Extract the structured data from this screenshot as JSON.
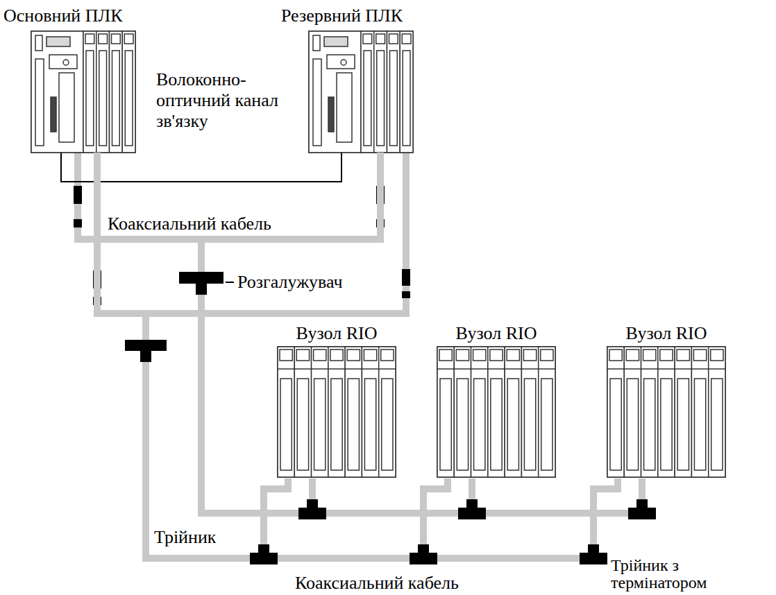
{
  "diagram": {
    "nodes": [
      {
        "text": [
          "Основний ПЛК"
        ]
      },
      {
        "text": [
          "Резервний ПЛК"
        ]
      },
      {
        "text": [
          "Вузол RIO"
        ]
      },
      {
        "text": [
          "Вузол RIO"
        ]
      },
      {
        "text": [
          "Вузол RIO"
        ]
      }
    ],
    "edges": [
      {
        "from": 0,
        "to": 1,
        "arrow": "none",
        "label": "Волоконно- оптичний канал зв'язку"
      },
      {
        "from": 0,
        "to": 2,
        "arrow": "none"
      },
      {
        "from": 0,
        "to": 3,
        "arrow": "none"
      },
      {
        "from": 0,
        "to": 4,
        "arrow": "none"
      },
      {
        "from": 1,
        "to": 2,
        "arrow": "none"
      },
      {
        "from": 1,
        "to": 3,
        "arrow": "none"
      },
      {
        "from": 1,
        "to": 4,
        "arrow": "none"
      }
    ],
    "labels": [
      "Коаксиальний кабель",
      "Розгалужувач",
      "Трійник",
      "Трійник з термінатором",
      "Коаксиальний кабель"
    ]
  }
}
